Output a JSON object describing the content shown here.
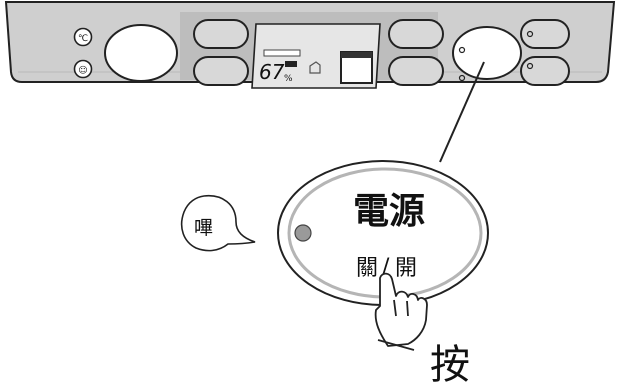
{
  "display": {
    "humidity_value": "67",
    "humidity_unit": "%"
  },
  "callout": {
    "title": "電源",
    "subtitle_off": "關",
    "subtitle_sep": "/",
    "subtitle_on": "開"
  },
  "sound_bubble": "嗶",
  "action_label": "按",
  "colors": {
    "panel": "#cfcfcf",
    "panel_dark": "#a9a9a9",
    "display_bg": "#e8e8e8",
    "stroke": "#222222",
    "led": "#9a9a9a"
  }
}
